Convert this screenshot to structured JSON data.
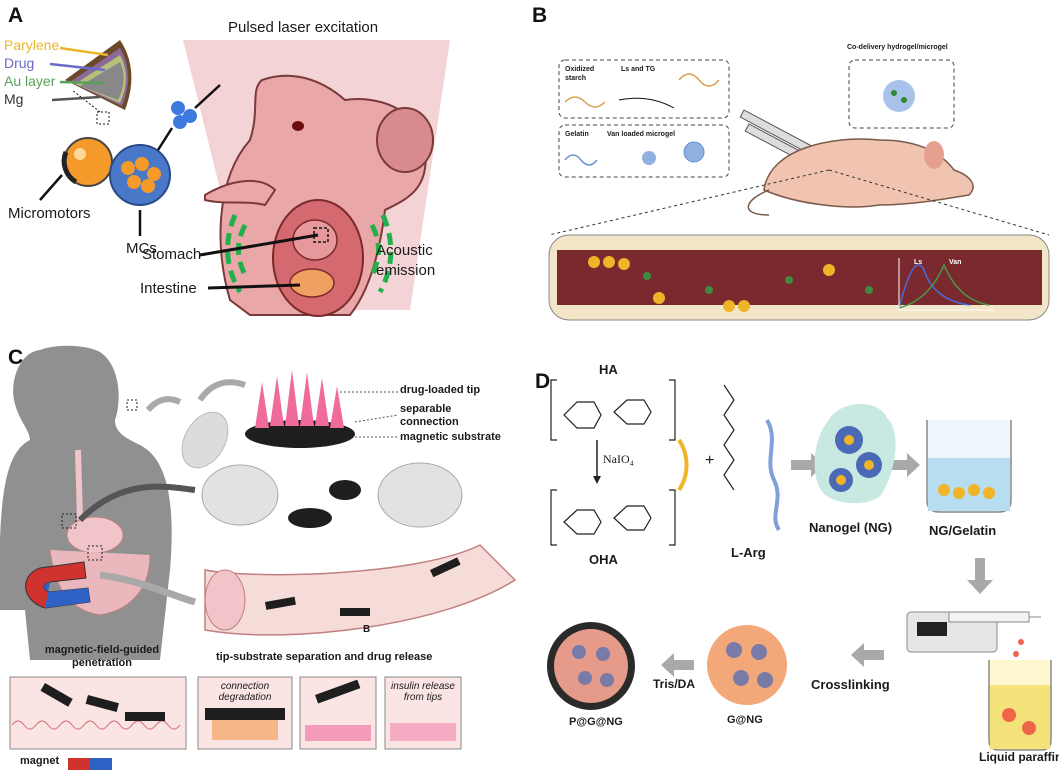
{
  "panels": {
    "a": {
      "label": "A",
      "title": "Pulsed laser excitation",
      "layers": [
        "Parylene",
        "Drug",
        "Au layer",
        "Mg"
      ],
      "layer_colors": [
        "#e8b52a",
        "#6a6ac8",
        "#5aa05a",
        "#333333"
      ],
      "micromotors": "Micromotors",
      "mcs": "MCs",
      "stomach": "Stomach",
      "intestine": "Intestine",
      "acoustic_1": "Acoustic",
      "acoustic_2": "emission"
    },
    "b": {
      "label": "B",
      "oxidized_1": "Oxidized",
      "oxidized_2": "starch",
      "ls_tg": "Ls and TG",
      "gelatin": "Gelatin",
      "van_microgel": "Van loaded microgel",
      "codelivery": "Co-delivery hydrogel/microgel",
      "ls": "Ls",
      "van": "Van"
    },
    "c": {
      "label": "C",
      "drug_tip": "drug-loaded tip",
      "separable_1": "separable",
      "separable_2": "connection",
      "magnetic_substrate": "magnetic substrate",
      "marker_b": "B",
      "guided_1": "magnetic-field-guided",
      "guided_2": "penetration",
      "separation": "tip-substrate separation and drug release",
      "degradation_1": "connection",
      "degradation_2": "degradation",
      "insulin_1": "insulin release",
      "insulin_2": "from tips",
      "magnet": "magnet"
    },
    "d": {
      "label": "D",
      "ha": "HA",
      "naio4": "NaIO₄",
      "oha": "OHA",
      "plus": "+",
      "larg": "L-Arg",
      "nanogel": "Nanogel (NG)",
      "ng_gelatin": "NG/Gelatin",
      "liquid_paraffin": "Liquid paraffin",
      "crosslinking": "Crosslinking",
      "gng": "G@NG",
      "trisda": "Tris/DA",
      "pgng": "P@G@NG"
    }
  },
  "colors": {
    "mouse_pink": "#e9a7a8",
    "beam": "#f3d3d5",
    "vessel": "#7a2a2e",
    "gold": "#f0b429",
    "tip_pink": "#ef6b9b",
    "arrow_gray": "#a9a9a9",
    "blue_chain": "#7fa0d8"
  }
}
